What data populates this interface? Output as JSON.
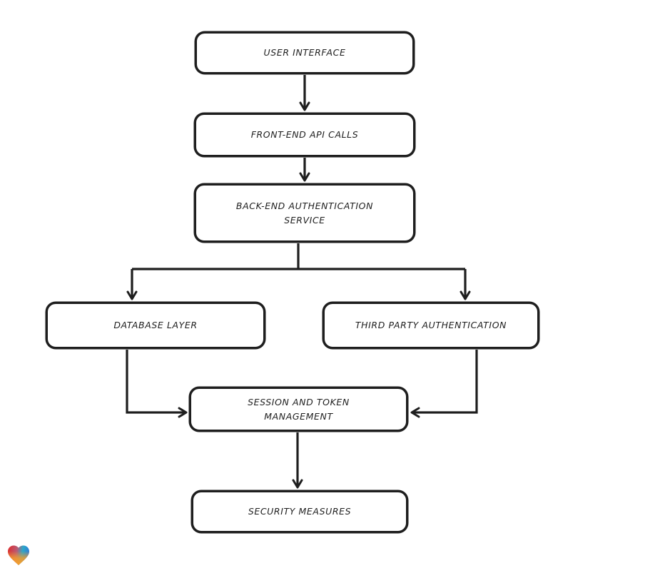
{
  "diagram": {
    "nodes": [
      {
        "id": "user-interface",
        "lines": [
          "USER INTERFACE"
        ]
      },
      {
        "id": "front-end-api-calls",
        "lines": [
          "FRONT-END API CALLS"
        ]
      },
      {
        "id": "back-end-authentication-service",
        "lines": [
          "BACK-END AUTHENTICATION",
          "SERVICE"
        ]
      },
      {
        "id": "database-layer",
        "lines": [
          "DATABASE LAYER"
        ]
      },
      {
        "id": "third-party-authentication",
        "lines": [
          "THIRD PARTY AUTHENTICATION"
        ]
      },
      {
        "id": "session-and-token-management",
        "lines": [
          "SESSION AND TOKEN",
          "MANAGEMENT"
        ]
      },
      {
        "id": "security-measures",
        "lines": [
          "SECURITY MEASURES"
        ]
      }
    ],
    "edges": [
      {
        "from": "user-interface",
        "to": "front-end-api-calls"
      },
      {
        "from": "front-end-api-calls",
        "to": "back-end-authentication-service"
      },
      {
        "from": "back-end-authentication-service",
        "to": "database-layer"
      },
      {
        "from": "back-end-authentication-service",
        "to": "third-party-authentication"
      },
      {
        "from": "database-layer",
        "to": "session-and-token-management"
      },
      {
        "from": "third-party-authentication",
        "to": "session-and-token-management"
      },
      {
        "from": "session-and-token-management",
        "to": "security-measures"
      }
    ],
    "colors": {
      "stroke": "#1e1e1e",
      "node_fill": "#ffffff",
      "background": "#ffffff"
    },
    "logo": {
      "name": "heart-logo",
      "colors": [
        "#e02b2b",
        "#2e7fd6",
        "#2ba8c9",
        "#f59d2c"
      ]
    }
  }
}
